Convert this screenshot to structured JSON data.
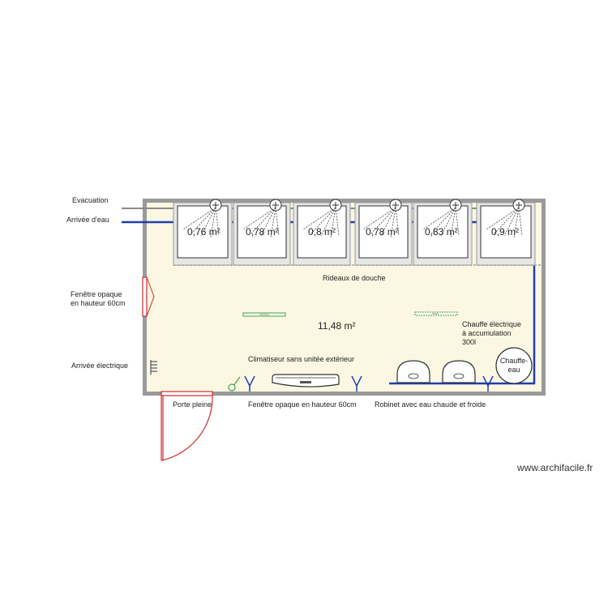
{
  "labels": {
    "evacuation": "Evacuation",
    "arrivee_eau": "Arrivée d'eau",
    "fenetre_gauche": "Fenêtre opaque\n en hauteur 60cm",
    "arrivee_electrique": "Arrivée électrique",
    "rideaux": "Rideaux de douche",
    "climatiseur": "Climatiseur sans unitée extérieur",
    "chauffe_electrique": "Chauffe électrique\n à accumulation\n300l",
    "chauffe_eau": "Chauffe-\neau",
    "porte": "Porte pleine",
    "fenetre_bas": "Fenêtre opaque en hauteur 60cm",
    "robinet": "Robinet avec eau chaude et froide",
    "total_area": "11,48 m²"
  },
  "showers": [
    {
      "area": "0,76 m²"
    },
    {
      "area": "0,78 m²"
    },
    {
      "area": "0,8 m²"
    },
    {
      "area": "0,78 m²"
    },
    {
      "area": "0,83 m²"
    },
    {
      "area": "0,9 m²"
    }
  ],
  "watermark": "www.archifacile.fr",
  "colors": {
    "wall": "#9a9a9a",
    "floor": "#fbf7e2",
    "water_pipe": "#1f3fae",
    "door": "#cc2b2b",
    "light": "#3fa33f"
  }
}
